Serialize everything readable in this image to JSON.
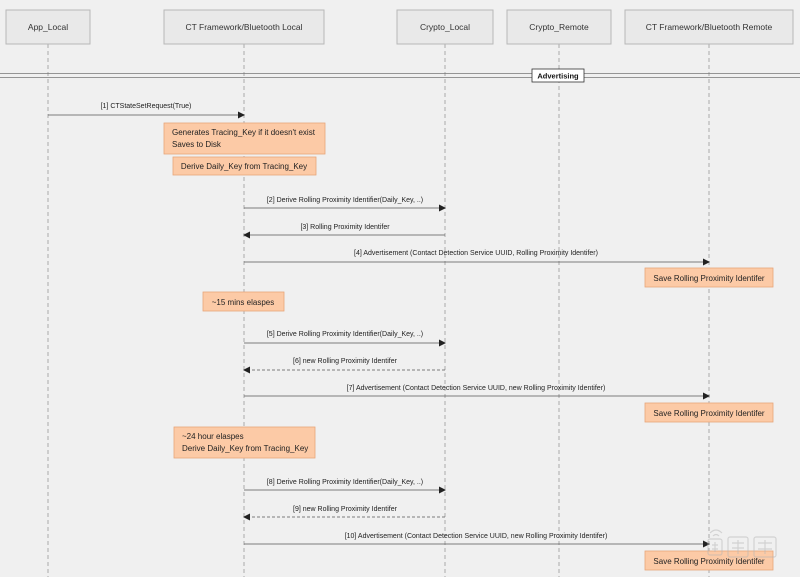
{
  "participants": [
    {
      "id": "app_local",
      "label": "App_Local"
    },
    {
      "id": "ct_local",
      "label": "CT Framework/Bluetooth Local"
    },
    {
      "id": "crypto_local",
      "label": "Crypto_Local"
    },
    {
      "id": "crypto_remote",
      "label": "Crypto_Remote"
    },
    {
      "id": "ct_remote",
      "label": "CT Framework/Bluetooth Remote"
    }
  ],
  "separator": {
    "label": "Advertising"
  },
  "messages": [
    {
      "label": "[1] CTStateSetRequest(True)",
      "from": "app_local",
      "to": "ct_local",
      "style": "solid"
    },
    {
      "label": "[2] Derive Rolling Proximity Identifier(Daily_Key, ..)",
      "from": "ct_local",
      "to": "crypto_local",
      "style": "solid"
    },
    {
      "label": "[3] Rolling Proximity Identifer",
      "from": "crypto_local",
      "to": "ct_local",
      "style": "solid"
    },
    {
      "label": "[4] Advertisement (Contact Detection Service UUID, Rolling Proximity Identifer)",
      "from": "ct_local",
      "to": "ct_remote",
      "style": "solid"
    },
    {
      "label": "[5] Derive Rolling Proximity Identifier(Daily_Key, ..)",
      "from": "ct_local",
      "to": "crypto_local",
      "style": "solid"
    },
    {
      "label": "[6] new Rolling Proximity Identifer",
      "from": "crypto_local",
      "to": "ct_local",
      "style": "dashed"
    },
    {
      "label": "[7] Advertisement (Contact Detection Service UUID, new Rolling Proximity Identifer)",
      "from": "ct_local",
      "to": "ct_remote",
      "style": "solid"
    },
    {
      "label": "[8] Derive Rolling Proximity Identifier(Daily_Key, ..)",
      "from": "ct_local",
      "to": "crypto_local",
      "style": "solid"
    },
    {
      "label": "[9] new Rolling Proximity Identifer",
      "from": "crypto_local",
      "to": "ct_local",
      "style": "dashed"
    },
    {
      "label": "[10] Advertisement (Contact Detection Service UUID, new Rolling Proximity Identifer)",
      "from": "ct_local",
      "to": "ct_remote",
      "style": "solid"
    }
  ],
  "notes": [
    {
      "lines": [
        "Generates Tracing_Key if it doesn't exist",
        "Saves to Disk"
      ],
      "on": "ct_local"
    },
    {
      "lines": [
        "Derive Daily_Key from Tracing_Key"
      ],
      "on": "ct_local"
    },
    {
      "lines": [
        "Save Rolling Proximity Identifer"
      ],
      "on": "ct_remote"
    },
    {
      "lines": [
        "~15 mins elaspes"
      ],
      "on": "ct_local"
    },
    {
      "lines": [
        "Save Rolling Proximity Identifer"
      ],
      "on": "ct_remote"
    },
    {
      "lines": [
        "~24 hour elaspes",
        "Derive Daily_Key from Tracing_Key"
      ],
      "on": "ct_local"
    },
    {
      "lines": [
        "Save Rolling Proximity Identifer"
      ],
      "on": "ct_remote"
    }
  ],
  "colors": {
    "note_fill": "#fccaa6",
    "note_border": "#e8a57a",
    "participant_fill": "#e9e9e9",
    "background": "#f0f0f0"
  }
}
